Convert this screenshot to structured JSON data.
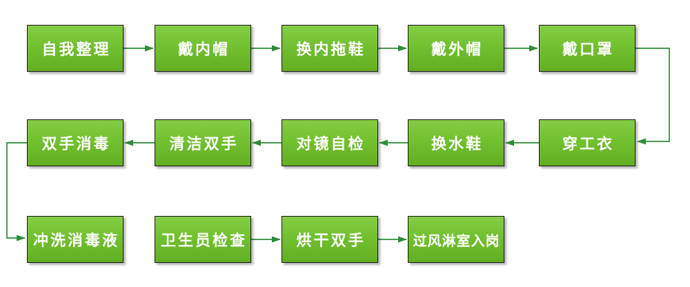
{
  "colors": {
    "background": "#ffffff",
    "box_fill_top": "#84cc45",
    "box_fill_bottom": "#63ae23",
    "box_border": "#161616",
    "box_text": "#ffffff",
    "arrow": "#2e8b3a",
    "shadow": "rgba(0,0,0,0.3)"
  },
  "nodes": [
    {
      "id": "self-arrange",
      "label": "自我整理"
    },
    {
      "id": "wear-inner-cap",
      "label": "戴内帽"
    },
    {
      "id": "change-inner-slippers",
      "label": "换内拖鞋"
    },
    {
      "id": "wear-outer-cap",
      "label": "戴外帽"
    },
    {
      "id": "wear-mask",
      "label": "戴口罩"
    },
    {
      "id": "wear-work-clothes",
      "label": "穿工衣"
    },
    {
      "id": "change-water-boots",
      "label": "换水鞋"
    },
    {
      "id": "mirror-self-check",
      "label": "对镜自检"
    },
    {
      "id": "clean-hands",
      "label": "清洁双手"
    },
    {
      "id": "disinfect-hands",
      "label": "双手消毒"
    },
    {
      "id": "rinse-disinfectant",
      "label": "冲洗消毒液"
    },
    {
      "id": "hygienist-check",
      "label": "卫生员检查"
    },
    {
      "id": "dry-hands",
      "label": "烘干双手"
    },
    {
      "id": "air-shower-to-post",
      "label": "过风淋室入岗"
    }
  ],
  "edges": [
    {
      "from": "self-arrange",
      "to": "wear-inner-cap"
    },
    {
      "from": "wear-inner-cap",
      "to": "change-inner-slippers"
    },
    {
      "from": "change-inner-slippers",
      "to": "wear-outer-cap"
    },
    {
      "from": "wear-outer-cap",
      "to": "wear-mask"
    },
    {
      "from": "wear-mask",
      "to": "wear-work-clothes"
    },
    {
      "from": "wear-work-clothes",
      "to": "change-water-boots"
    },
    {
      "from": "change-water-boots",
      "to": "mirror-self-check"
    },
    {
      "from": "mirror-self-check",
      "to": "clean-hands"
    },
    {
      "from": "clean-hands",
      "to": "disinfect-hands"
    },
    {
      "from": "disinfect-hands",
      "to": "rinse-disinfectant"
    },
    {
      "from": "hygienist-check",
      "to": "dry-hands"
    },
    {
      "from": "dry-hands",
      "to": "air-shower-to-post"
    }
  ]
}
